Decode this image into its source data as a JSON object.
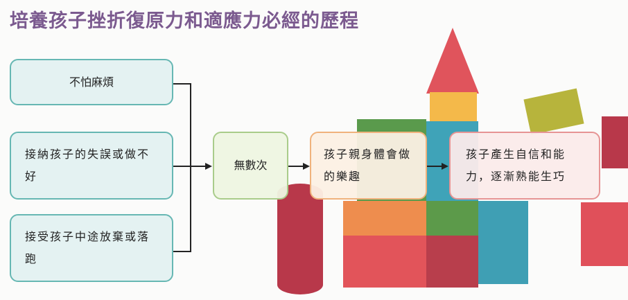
{
  "title": "培養孩子挫折復原力和適應力必經的歷程",
  "inputs": [
    "不怕麻煩",
    "接納孩子的失誤或做不好",
    "接受孩子中途放棄或落跑"
  ],
  "steps": [
    "無數次",
    "孩子親身體會做的樂趣",
    "孩子產生自信和能力，逐漸熟能生巧"
  ],
  "colors": {
    "title": "#7b5a8f",
    "teal": "#66b7b3",
    "green": "#a9cc8a",
    "orange": "#f0b27c",
    "red": "#e69494"
  }
}
